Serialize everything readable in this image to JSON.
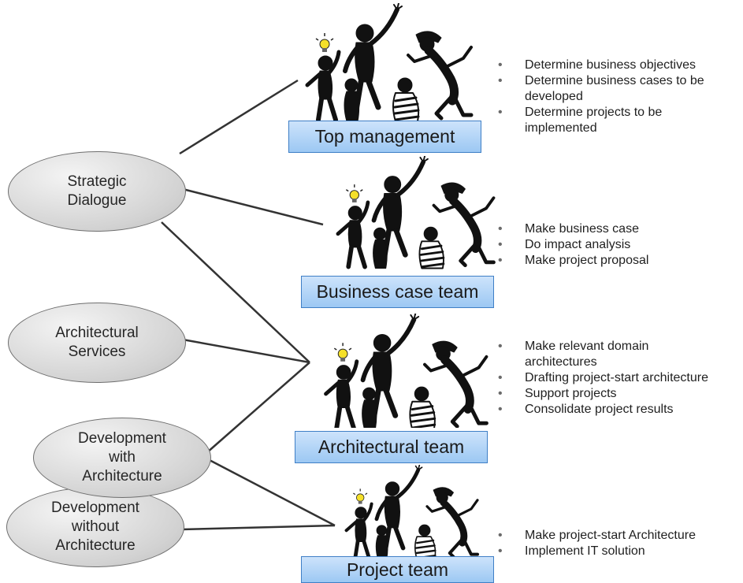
{
  "activities": [
    {
      "id": "strategic",
      "label": "Strategic\nDialogue"
    },
    {
      "id": "services",
      "label": "Architectural\nServices"
    },
    {
      "id": "dev_with",
      "label": "Development\nwith\nArchitecture"
    },
    {
      "id": "dev_without",
      "label": "Development\nwithout\nArchitecture"
    }
  ],
  "teams": [
    {
      "name": "Top management",
      "tasks": [
        "Determine business objectives",
        "Determine business cases to be developed",
        "Determine projects to be implemented"
      ]
    },
    {
      "name": "Business case team",
      "tasks": [
        "Make business case",
        "Do impact analysis",
        "Make project proposal"
      ]
    },
    {
      "name": "Architectural team",
      "tasks": [
        "Make relevant domain architectures",
        "Drafting project-start architecture",
        "Support projects",
        "Consolidate project results"
      ]
    },
    {
      "name": "Project team",
      "tasks": [
        "Make project-start Architecture",
        "Implement IT solution"
      ]
    }
  ],
  "colors": {
    "bulb": "#f5e02a",
    "label_border": "#3f7fc6",
    "ellipse_border": "#6f6f6f"
  },
  "icons": {
    "team_figures": "celebrating-people-icon",
    "idea": "lightbulb-icon"
  }
}
